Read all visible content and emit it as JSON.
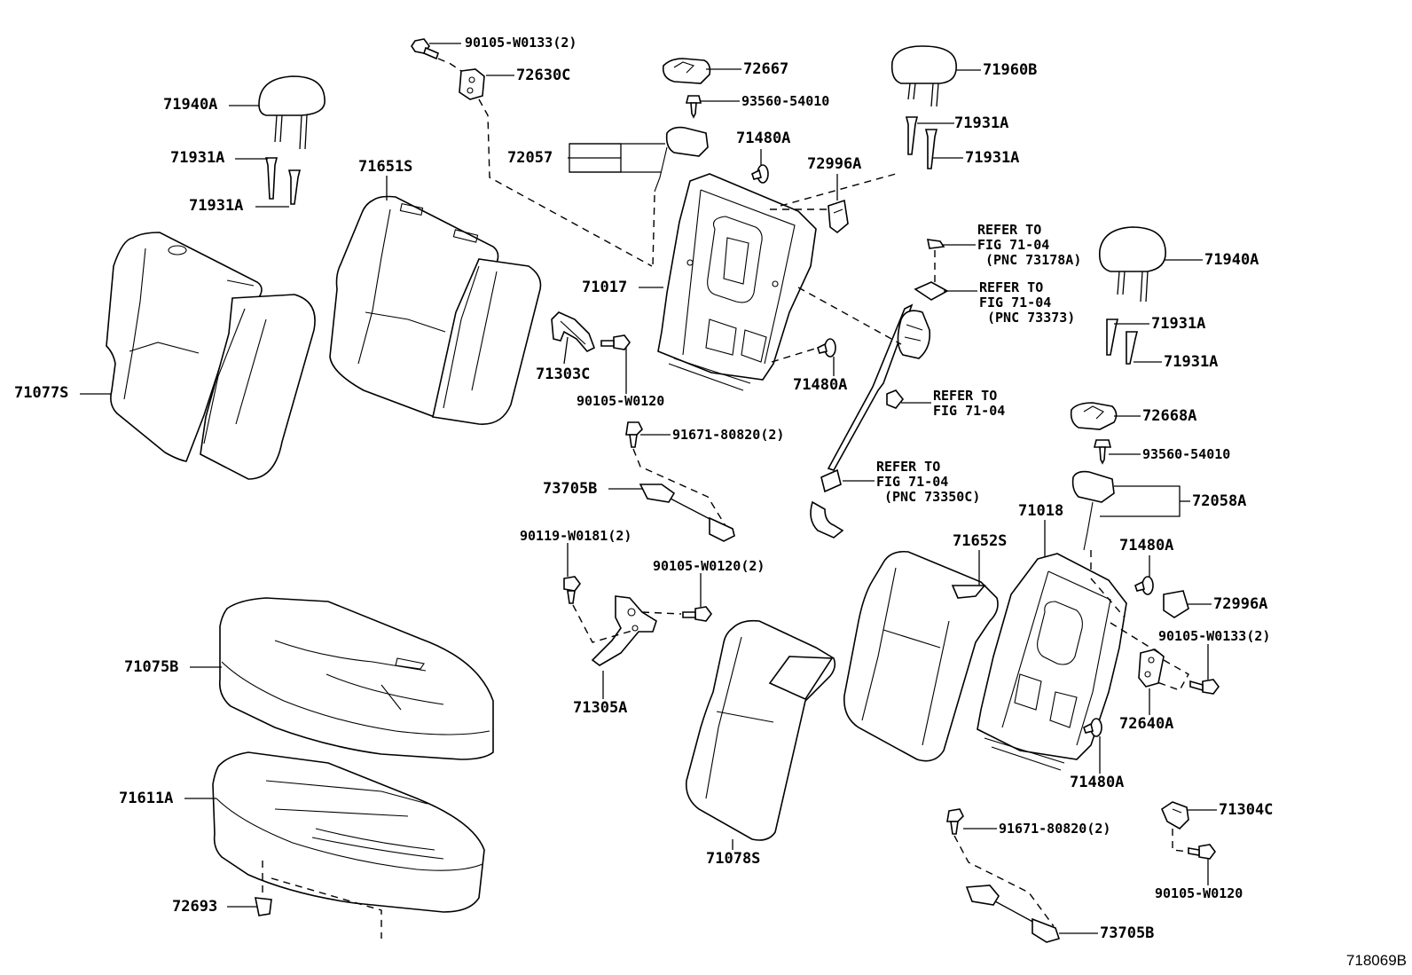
{
  "figure_id": "718069B",
  "labels": {
    "p71940A_left": "71940A",
    "p71931A_l1": "71931A",
    "p71931A_l2": "71931A",
    "p71651S": "71651S",
    "p71077S": "71077S",
    "p90105_W0133_top": "90105-W0133(2)",
    "p72630C": "72630C",
    "p72667": "72667",
    "p93560_top": "93560-54010",
    "p72057": "72057",
    "p71480A_top": "71480A",
    "p72996A_top": "72996A",
    "p71960B": "71960B",
    "p71931A_c1": "71931A",
    "p71931A_c2": "71931A",
    "p71017": "71017",
    "p71303C": "71303C",
    "p90105_W0120_mid": "90105-W0120",
    "p71480A_mid": "71480A",
    "p71940A_right": "71940A",
    "p71931A_r1": "71931A",
    "p71931A_r2": "71931A",
    "p91671_top": "91671-80820(2)",
    "p73705B_top": "73705B",
    "p72668A": "72668A",
    "p93560_bot": "93560-54010",
    "p72058A": "72058A",
    "p71018": "71018",
    "p90119": "90119-W0181(2)",
    "p90105_W0120_2": "90105-W0120(2)",
    "p71652S": "71652S",
    "p71480A_r": "71480A",
    "p72996A_r": "72996A",
    "p90105_W0133_r": "90105-W0133(2)",
    "p71075B": "71075B",
    "p71305A": "71305A",
    "p72640A": "72640A",
    "p71480A_bot": "71480A",
    "p71611A": "71611A",
    "p71078S": "71078S",
    "p71304C": "71304C",
    "p91671_bot": "91671-80820(2)",
    "p90105_W0120_bot": "90105-W0120",
    "p72693": "72693",
    "p73705B_bot": "73705B"
  },
  "references": {
    "ref1": {
      "line1": "REFER TO",
      "line2": "FIG 71-04",
      "line3": "(PNC 73178A)"
    },
    "ref2": {
      "line1": "REFER TO",
      "line2": "FIG 71-04",
      "line3": "(PNC 73373)"
    },
    "ref3": {
      "line1": "REFER TO",
      "line2": "FIG 71-04"
    },
    "ref4": {
      "line1": "REFER TO",
      "line2": "FIG 71-04",
      "line3": "(PNC 73350C)"
    }
  }
}
